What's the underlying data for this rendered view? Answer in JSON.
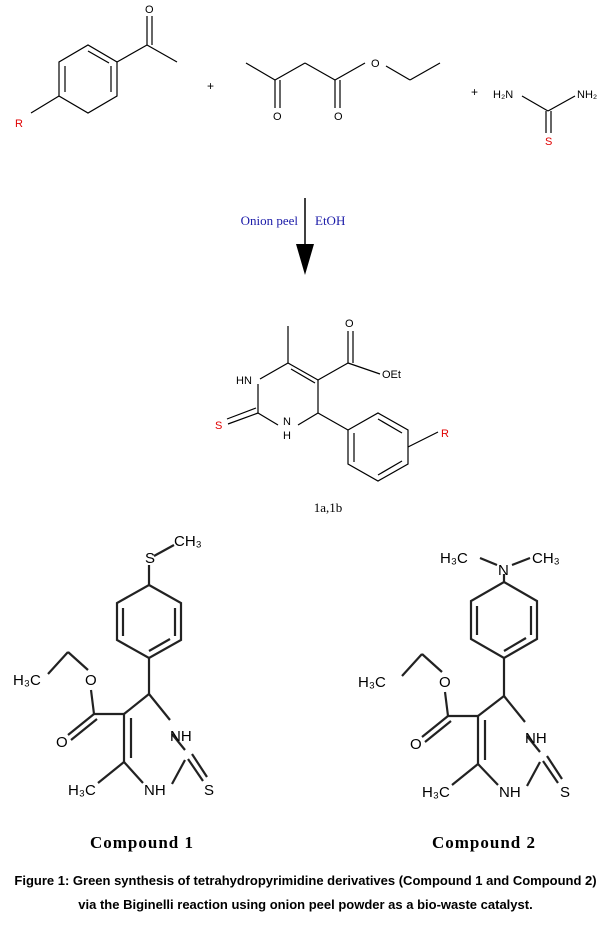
{
  "reactants": {
    "acetophenone": {
      "substituent": "R",
      "oxygen": "O"
    },
    "plus_1": "+",
    "ethyl_acetoacetate": {
      "oxygen_ether": "O",
      "oxygen_keto": "O",
      "oxygen_ester": "O"
    },
    "plus_2": "+",
    "thiourea": {
      "amine_left": "H₂N",
      "amine_right": "NH₂",
      "sulfur": "S"
    }
  },
  "conditions": {
    "catalyst": "Onion peel",
    "solvent": "EtOH"
  },
  "product": {
    "nh_top": "HN",
    "nh_bottom": "N",
    "h_bottom": "H",
    "sulfur": "S",
    "carbonyl_o": "O",
    "ester_group": "OEt",
    "substituent": "R",
    "label": "1a,1b"
  },
  "compound1": {
    "title": "Compound  1",
    "s_ch3": "S",
    "ch3_top": "CH₃",
    "ethyl": "H₃C",
    "ester_o": "O",
    "carbonyl_o": "O",
    "nh_top": "NH",
    "nh_bottom": "NH",
    "methyl": "H₃C",
    "thione_s": "S"
  },
  "compound2": {
    "title": "Compound  2",
    "n_label": "N",
    "me_left": "H₃C",
    "me_right": "CH₃",
    "ethyl": "H₃C",
    "ester_o": "O",
    "carbonyl_o": "O",
    "nh_top": "NH",
    "nh_bottom": "NH",
    "methyl": "H₃C",
    "thione_s": "S"
  },
  "caption": {
    "line1": "Figure 1: Green synthesis of tetrahydropyrimidine derivatives (Compound 1 and Compound 2)",
    "line2": "via the Biginelli reaction using onion peel powder as a bio-waste catalyst."
  },
  "colors": {
    "heteroatom_red": "#e00000",
    "condition_blue": "#1a1aa8"
  }
}
